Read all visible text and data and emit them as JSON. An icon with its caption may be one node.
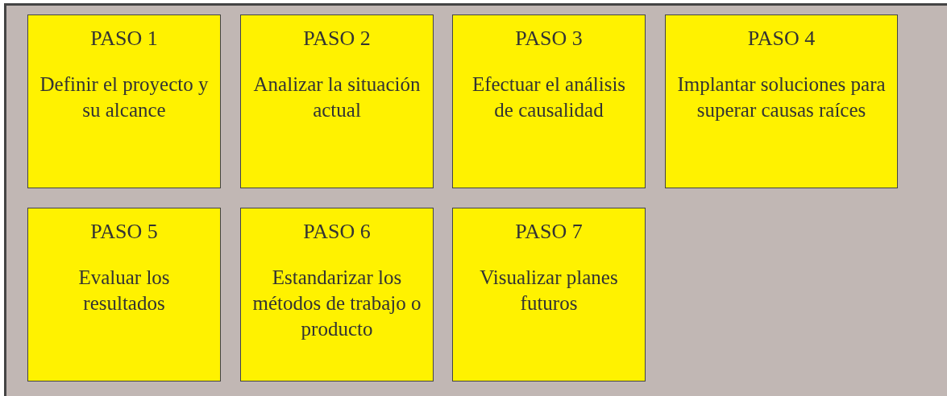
{
  "diagram": {
    "nodes": [
      {
        "text": [
          "PASO 1",
          "Definir el proyecto y su alcance"
        ]
      },
      {
        "text": [
          "PASO 2",
          "Analizar la situación actual"
        ]
      },
      {
        "text": [
          "PASO 3",
          "Efectuar el análisis de causalidad"
        ]
      },
      {
        "text": [
          "PASO 4",
          "Implantar soluciones para superar causas raíces"
        ]
      },
      {
        "text": [
          "PASO 5",
          "Evaluar los resultados"
        ]
      },
      {
        "text": [
          "PASO 6",
          "Estandarizar los métodos de trabajo o producto"
        ]
      },
      {
        "text": [
          "PASO 7",
          "Visualizar planes futuros"
        ]
      }
    ]
  }
}
